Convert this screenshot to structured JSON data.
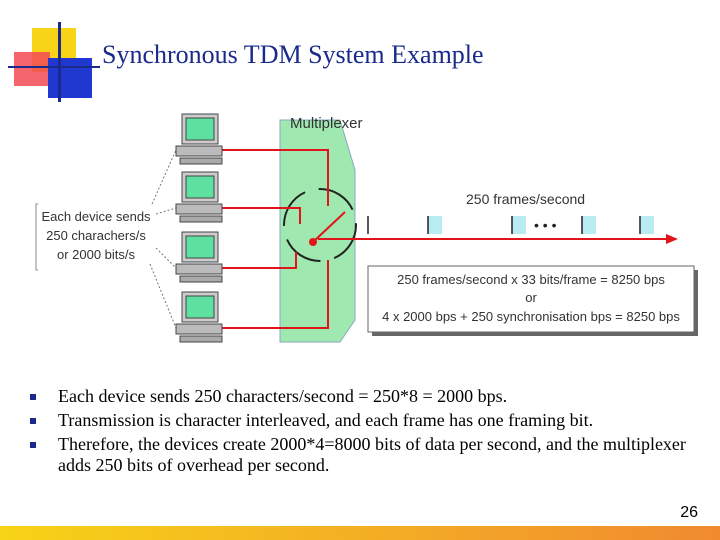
{
  "slide": {
    "title": "Synchronous TDM System Example",
    "page_number": "26"
  },
  "diagram": {
    "multiplexer_label": "Multiplexer",
    "device_note": [
      "Each device sends",
      "250 charachers/s",
      "or 2000 bits/s"
    ],
    "frames_label": "250 frames/second",
    "ellipsis": "• • •",
    "calc_box": [
      "250 frames/second x 33 bits/frame = 8250 bps",
      "or",
      "4 x 2000 bps + 250 synchronisation bps = 8250 bps"
    ],
    "device_icon": "computer-terminal-icon"
  },
  "bullets": [
    "Each device sends 250 characters/second = 250*8 = 2000 bps.",
    "Transmission is character interleaved, and each frame has one framing bit.",
    "Therefore, the devices create 2000*4=8000 bits of data per second, and the multiplexer adds 250 bits of overhead per second."
  ],
  "colors": {
    "title": "#1a2a8a",
    "multiplexer": "#9fe8b0",
    "signal": "#e0141a",
    "screen": "#5ee0a0",
    "slot": "#b8ecf2"
  }
}
